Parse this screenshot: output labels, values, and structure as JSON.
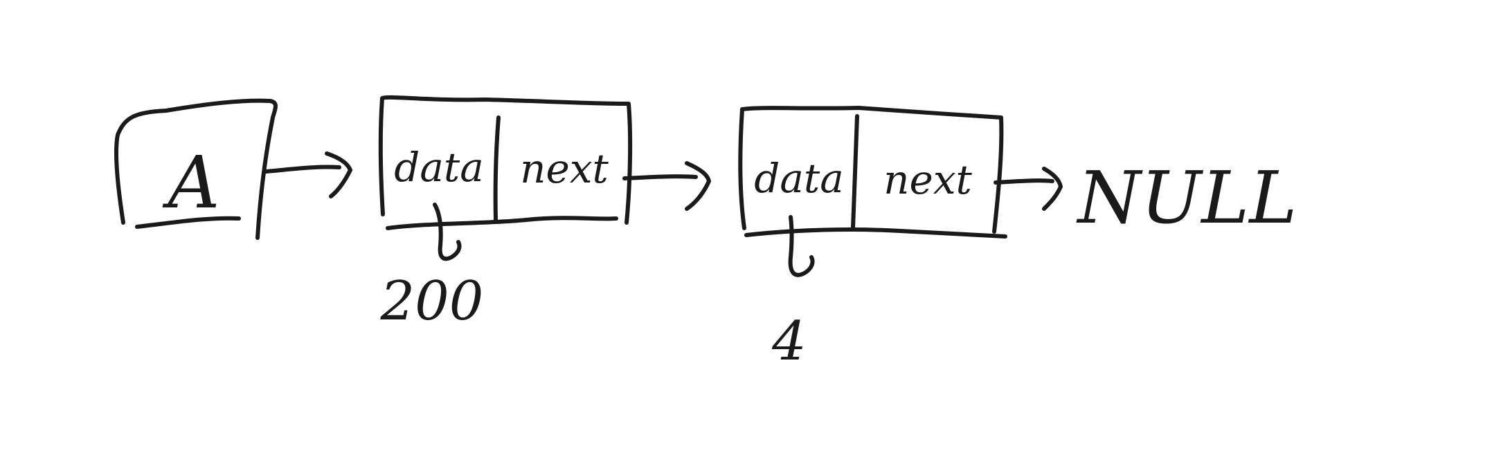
{
  "pointer": {
    "label": "A"
  },
  "nodes": [
    {
      "data_label": "data",
      "next_label": "next",
      "value": "200"
    },
    {
      "data_label": "data",
      "next_label": "next",
      "value": "4"
    }
  ],
  "terminal": {
    "label": "NULL"
  },
  "colors": {
    "ink": "#1a1a1a",
    "background": "#ffffff"
  }
}
